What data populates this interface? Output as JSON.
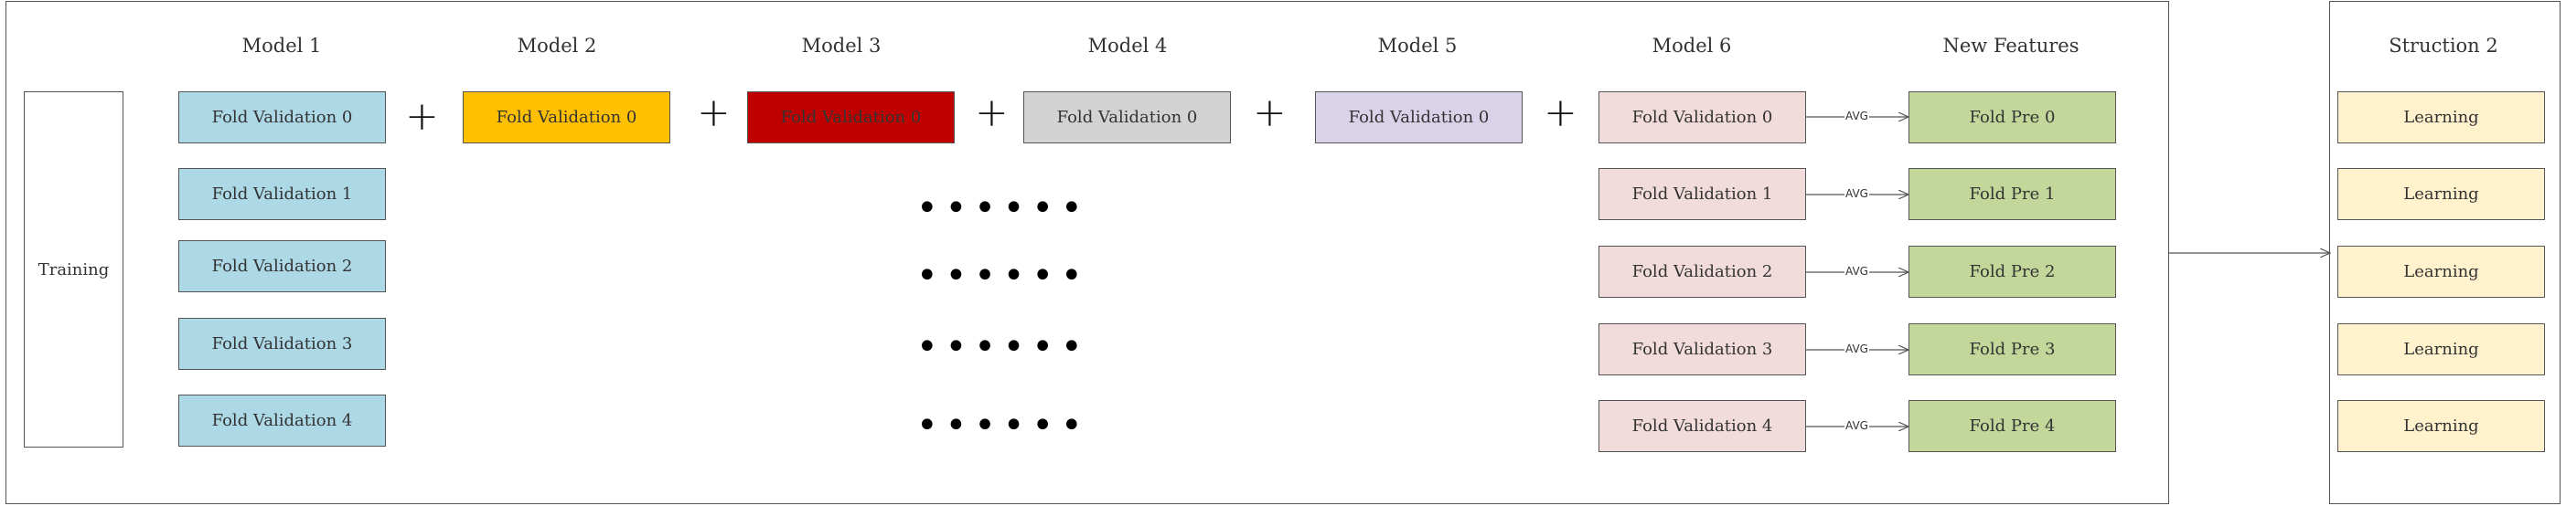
{
  "headers": {
    "model1": "Model 1",
    "model2": "Model 2",
    "model3": "Model 3",
    "model4": "Model 4",
    "model5": "Model 5",
    "model6": "Model 6",
    "new_features": "New Features",
    "struction2": "Struction 2"
  },
  "training_label": "Training",
  "plus_sign": "+",
  "ellipsis": "••••••",
  "avg_label": "AVG",
  "model1_folds": [
    "Fold Validation 0",
    "Fold Validation 1",
    "Fold Validation 2",
    "Fold Validation 3",
    "Fold Validation 4"
  ],
  "model2_fold": "Fold Validation 0",
  "model3_fold": "Fold Validation 0",
  "model4_fold": "Fold Validation 0",
  "model5_fold": "Fold Validation 0",
  "model6_folds": [
    "Fold Validation 0",
    "Fold Validation 1",
    "Fold Validation 2",
    "Fold Validation 3",
    "Fold Validation 4"
  ],
  "fold_pre": [
    "Fold Pre 0",
    "Fold Pre 1",
    "Fold Pre 2",
    "Fold Pre 3",
    "Fold Pre 4"
  ],
  "learning": [
    "Learning",
    "Learning",
    "Learning",
    "Learning",
    "Learning"
  ],
  "colors": {
    "model1": "#add8e6",
    "model2": "#ffc000",
    "model3": "#c00000",
    "model4": "#d3d3d3",
    "model5": "#d9d2e9",
    "model6": "#f2dcdb",
    "fold_pre": "#c4d79b",
    "learning": "#fff2cc"
  }
}
